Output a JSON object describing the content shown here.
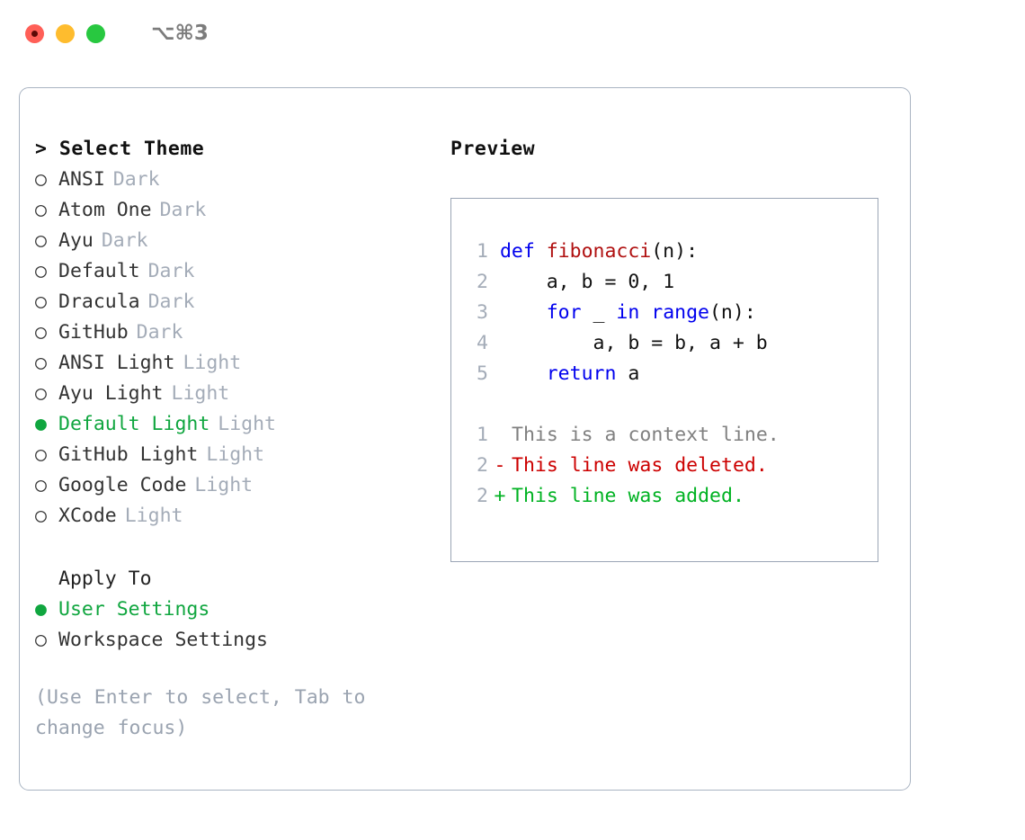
{
  "window": {
    "title_shortcut": "⌥⌘3",
    "traffic_lights": [
      {
        "name": "close",
        "color": "#ff5f57"
      },
      {
        "name": "minimize",
        "color": "#febc2e"
      },
      {
        "name": "zoom",
        "color": "#28c840"
      }
    ]
  },
  "theme_picker": {
    "header": "> Select Theme",
    "marker_unselected": "○",
    "marker_selected": "●",
    "selected_color": "#10a63f",
    "items": [
      {
        "marker": "○",
        "name": "ANSI",
        "category": "Dark",
        "selected": false
      },
      {
        "marker": "○",
        "name": "Atom One",
        "category": "Dark",
        "selected": false
      },
      {
        "marker": "○",
        "name": "Ayu",
        "category": "Dark",
        "selected": false
      },
      {
        "marker": "○",
        "name": "Default",
        "category": "Dark",
        "selected": false
      },
      {
        "marker": "○",
        "name": "Dracula",
        "category": "Dark",
        "selected": false
      },
      {
        "marker": "○",
        "name": "GitHub",
        "category": "Dark",
        "selected": false
      },
      {
        "marker": "○",
        "name": "ANSI Light",
        "category": "Light",
        "selected": false
      },
      {
        "marker": "○",
        "name": "Ayu Light",
        "category": "Light",
        "selected": false
      },
      {
        "marker": "●",
        "name": "Default Light",
        "category": "Light",
        "selected": true
      },
      {
        "marker": "○",
        "name": "GitHub Light",
        "category": "Light",
        "selected": false
      },
      {
        "marker": "○",
        "name": "Google Code",
        "category": "Light",
        "selected": false
      },
      {
        "marker": "○",
        "name": "XCode",
        "category": "Light",
        "selected": false
      }
    ]
  },
  "apply_to": {
    "header": "Apply To",
    "options": [
      {
        "marker": "●",
        "label": "User Settings",
        "selected": true
      },
      {
        "marker": "○",
        "label": "Workspace Settings",
        "selected": false
      }
    ]
  },
  "hint": "(Use Enter to select, Tab to change focus)",
  "preview": {
    "title": "Preview",
    "code_lines": [
      {
        "no": "1",
        "tokens": [
          {
            "t": "def ",
            "c": "kw"
          },
          {
            "t": "fibonacci",
            "c": "fn"
          },
          {
            "t": "(n):",
            "c": "code-text"
          }
        ]
      },
      {
        "no": "2",
        "tokens": [
          {
            "t": "    a, b = 0, 1",
            "c": "code-text"
          }
        ]
      },
      {
        "no": "3",
        "tokens": [
          {
            "t": "    ",
            "c": "code-text"
          },
          {
            "t": "for",
            "c": "kw"
          },
          {
            "t": " _ ",
            "c": "code-text"
          },
          {
            "t": "in range",
            "c": "kw"
          },
          {
            "t": "(n):",
            "c": "code-text"
          }
        ]
      },
      {
        "no": "4",
        "tokens": [
          {
            "t": "        a, b = b, a + b",
            "c": "code-text"
          }
        ]
      },
      {
        "no": "5",
        "tokens": [
          {
            "t": "    ",
            "c": "code-text"
          },
          {
            "t": "return",
            "c": "kw"
          },
          {
            "t": " a",
            "c": "code-text"
          }
        ]
      }
    ],
    "diff_lines": [
      {
        "no": "1",
        "marker": " ",
        "text": "This is a context line.",
        "kind": "diff-ctx"
      },
      {
        "no": "2",
        "marker": "-",
        "text": "This line was deleted.",
        "kind": "diff-del"
      },
      {
        "no": "2",
        "marker": "+",
        "text": "This line was added.",
        "kind": "diff-add"
      }
    ]
  }
}
